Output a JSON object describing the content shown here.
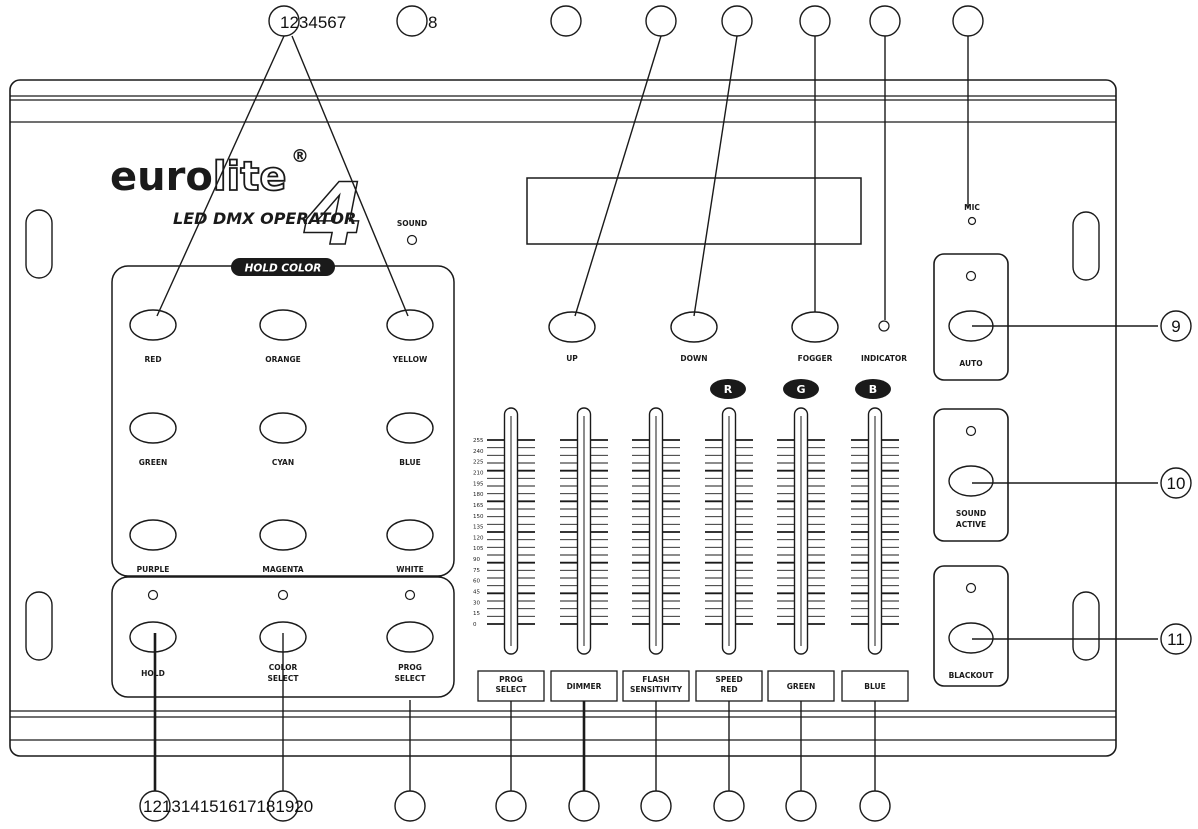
{
  "brand": {
    "logo_text_a": "euro",
    "logo_text_b": "lite",
    "registered": "®",
    "product_name": "LED DMX OPERATOR",
    "model_digit": "4"
  },
  "labels": {
    "sound": "SOUND",
    "mic": "MIC",
    "hold_color": "HOLD COLOR",
    "indicator": "INDICATOR"
  },
  "color_buttons": [
    {
      "label": "RED"
    },
    {
      "label": "ORANGE"
    },
    {
      "label": "YELLOW"
    },
    {
      "label": "GREEN"
    },
    {
      "label": "CYAN"
    },
    {
      "label": "BLUE"
    },
    {
      "label": "PURPLE"
    },
    {
      "label": "MAGENTA"
    },
    {
      "label": "WHITE"
    }
  ],
  "lower_buttons": [
    {
      "line1": "HOLD",
      "line2": ""
    },
    {
      "line1": "COLOR",
      "line2": "SELECT"
    },
    {
      "line1": "PROG",
      "line2": "SELECT"
    }
  ],
  "nav_buttons": [
    {
      "label": "UP"
    },
    {
      "label": "DOWN"
    },
    {
      "label": "FOGGER"
    }
  ],
  "rgb_badges": [
    "R",
    "G",
    "B"
  ],
  "fader_labels": [
    {
      "line1": "PROG",
      "line2": "SELECT"
    },
    {
      "line1": "DIMMER",
      "line2": ""
    },
    {
      "line1": "FLASH",
      "line2": "SENSITIVITY"
    },
    {
      "line1": "SPEED",
      "line2": "RED"
    },
    {
      "line1": "GREEN",
      "line2": ""
    },
    {
      "line1": "BLUE",
      "line2": ""
    }
  ],
  "scale_values": [
    "255",
    "240",
    "225",
    "210",
    "195",
    "180",
    "165",
    "150",
    "135",
    "120",
    "105",
    "90",
    "75",
    "60",
    "45",
    "30",
    "15",
    "0"
  ],
  "mode_buttons": [
    {
      "line1": "AUTO",
      "line2": ""
    },
    {
      "line1": "SOUND",
      "line2": "ACTIVE"
    },
    {
      "line1": "BLACKOUT",
      "line2": ""
    }
  ],
  "callouts": {
    "top_left": "1234567",
    "top_8": "8",
    "right": [
      "9",
      "10",
      "11"
    ],
    "bottom_left": "121314151617181920"
  }
}
